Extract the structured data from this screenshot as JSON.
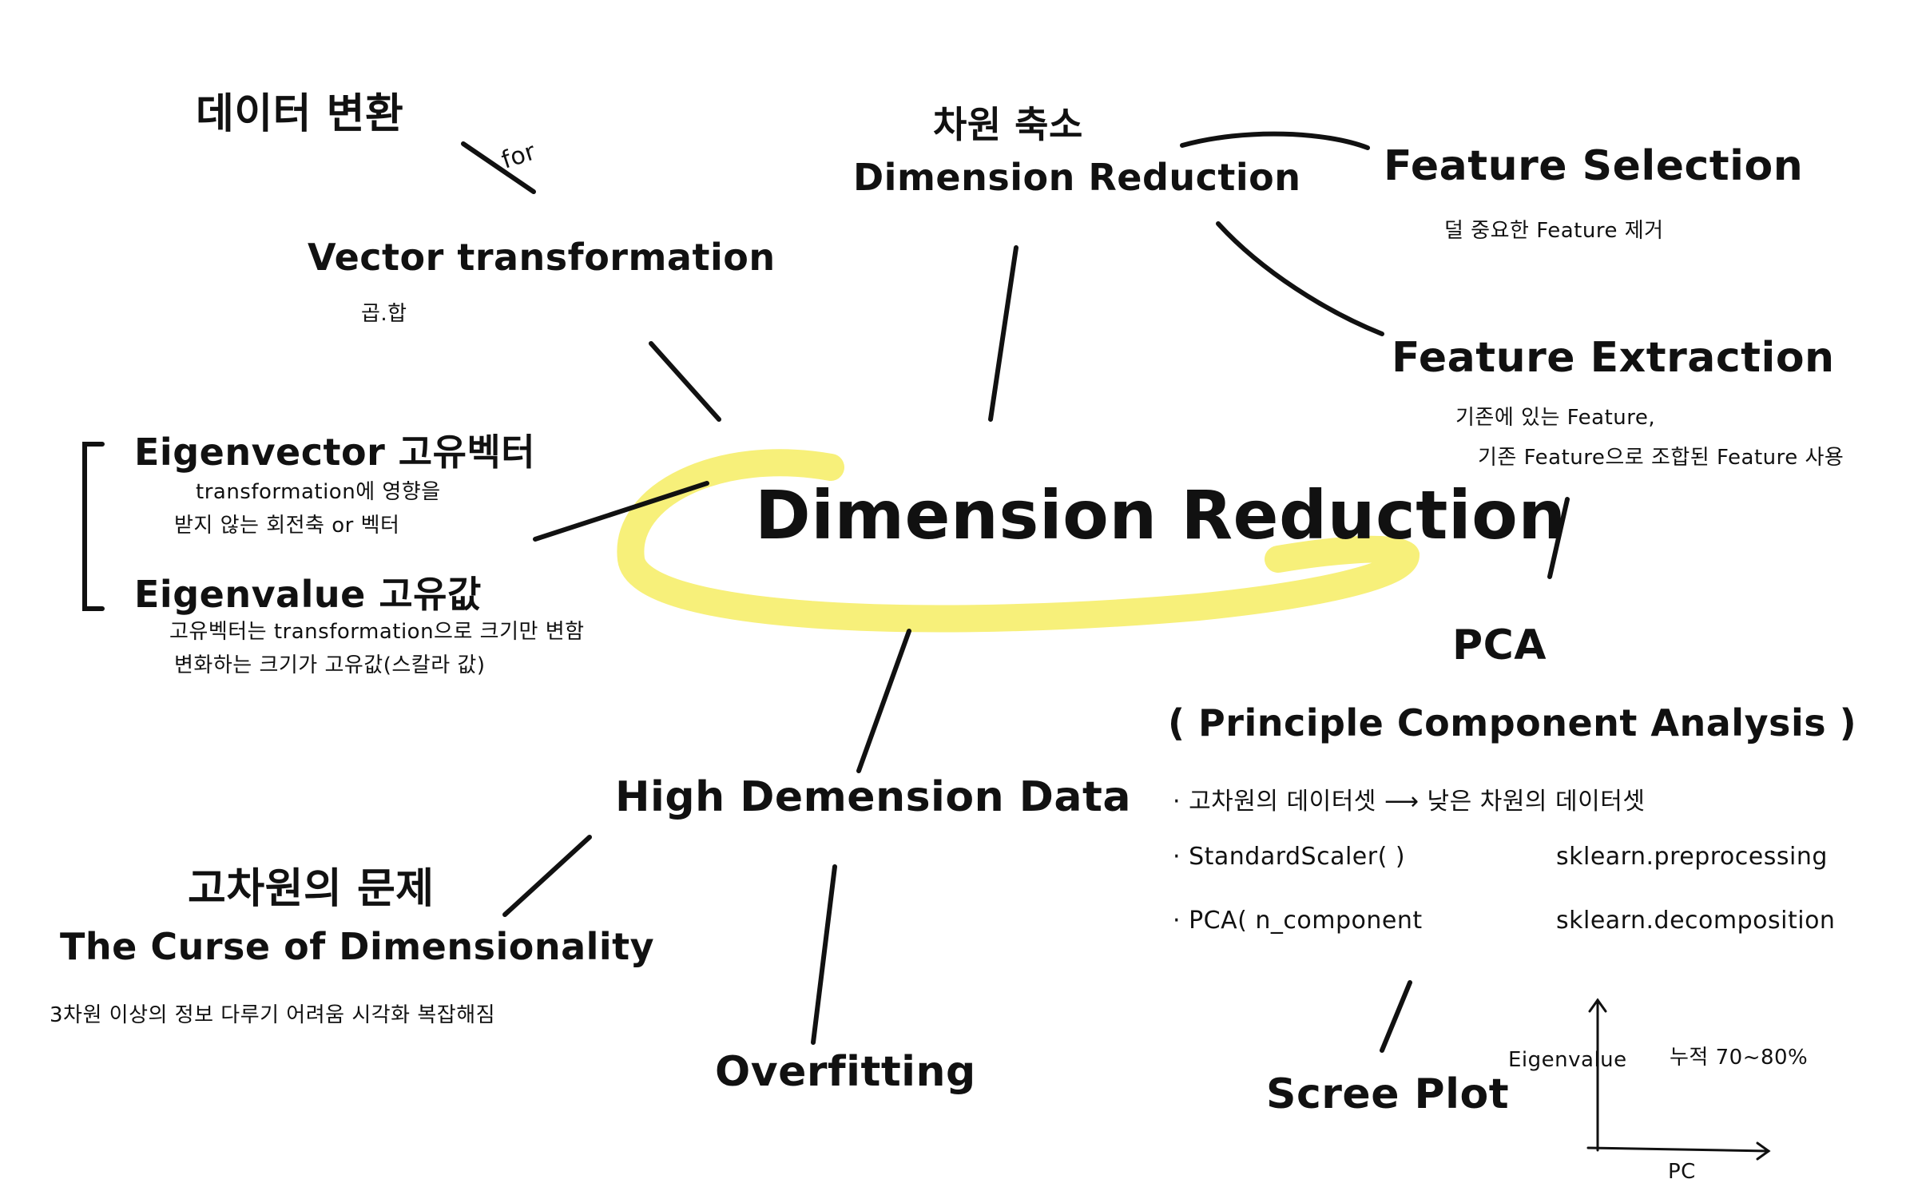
{
  "colors": {
    "ink": "#111111",
    "highlight": "#f7f07a"
  },
  "center": {
    "title": "Dimension Reduction"
  },
  "data_transform": {
    "title_kr": "데이터 변환",
    "for": "for",
    "vector_title": "Vector transformation",
    "vector_note": "곱.합"
  },
  "eigen": {
    "vector_title": "Eigenvector 고유벡터",
    "vector_desc_1": "transformation에 영향을",
    "vector_desc_2": "받지 않는 회전축 or 벡터",
    "value_title": "Eigenvalue 고유값",
    "value_desc_1": "고유벡터는 transformation으로 크기만 변함",
    "value_desc_2": "변화하는 크기가 고유값(스칼라 값)"
  },
  "reduction": {
    "title_kr": "차원 축소",
    "title_en": "Dimension Reduction"
  },
  "feature_selection": {
    "title": "Feature Selection",
    "desc": "덜 중요한 Feature 제거"
  },
  "feature_extraction": {
    "title": "Feature Extraction",
    "desc_1": "기존에 있는 Feature,",
    "desc_2": "기존 Feature으로 조합된 Feature 사용"
  },
  "pca": {
    "title": "PCA",
    "full": "( Principle Component Analysis )",
    "items": [
      {
        "left": "· 고차원의 데이터셋 ⟶ 낮은 차원의 데이터셋",
        "right": ""
      },
      {
        "left": "· StandardScaler( )",
        "right": "sklearn.preprocessing"
      },
      {
        "left": "· PCA( n_component",
        "right": "sklearn.decomposition"
      }
    ]
  },
  "scree": {
    "title": "Scree Plot",
    "ylabel": "Eigenvalue",
    "xlabel": "PC",
    "note": "누적 70~80%"
  },
  "high_dim": {
    "title": "High Demension Data"
  },
  "curse": {
    "title_kr": "고차원의 문제",
    "title_en": "The Curse of Dimensionality",
    "desc": "3차원 이상의 정보 다루기 어려움 시각화 복잡해짐"
  },
  "overfitting": {
    "title": "Overfitting"
  }
}
